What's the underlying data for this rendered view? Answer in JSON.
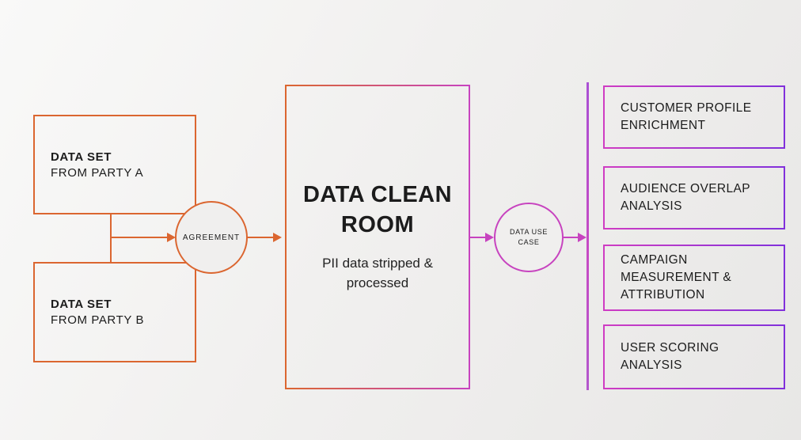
{
  "palette": {
    "orange": "#DB6630",
    "pink": "#C743BF",
    "pink2": "#CF3CC3",
    "purple": "#8130DB",
    "ink": "#1C1C1C",
    "background": "#F0EFEE"
  },
  "datasets": [
    {
      "title": "DATA SET",
      "subtitle": "FROM PARTY A"
    },
    {
      "title": "DATA SET",
      "subtitle": "FROM PARTY B"
    }
  ],
  "agreement": {
    "label": "AGREEMENT"
  },
  "clean_room": {
    "title": "DATA CLEAN ROOM",
    "subtitle": "PII data stripped & processed"
  },
  "data_use_case": {
    "label": "DATA USE CASE"
  },
  "use_cases": [
    {
      "label": "CUSTOMER PROFILE ENRICHMENT"
    },
    {
      "label": "AUDIENCE OVERLAP ANALYSIS"
    },
    {
      "label": "CAMPAIGN MEASUREMENT & ATTRIBUTION"
    },
    {
      "label": "USER SCORING ANALYSIS"
    }
  ]
}
